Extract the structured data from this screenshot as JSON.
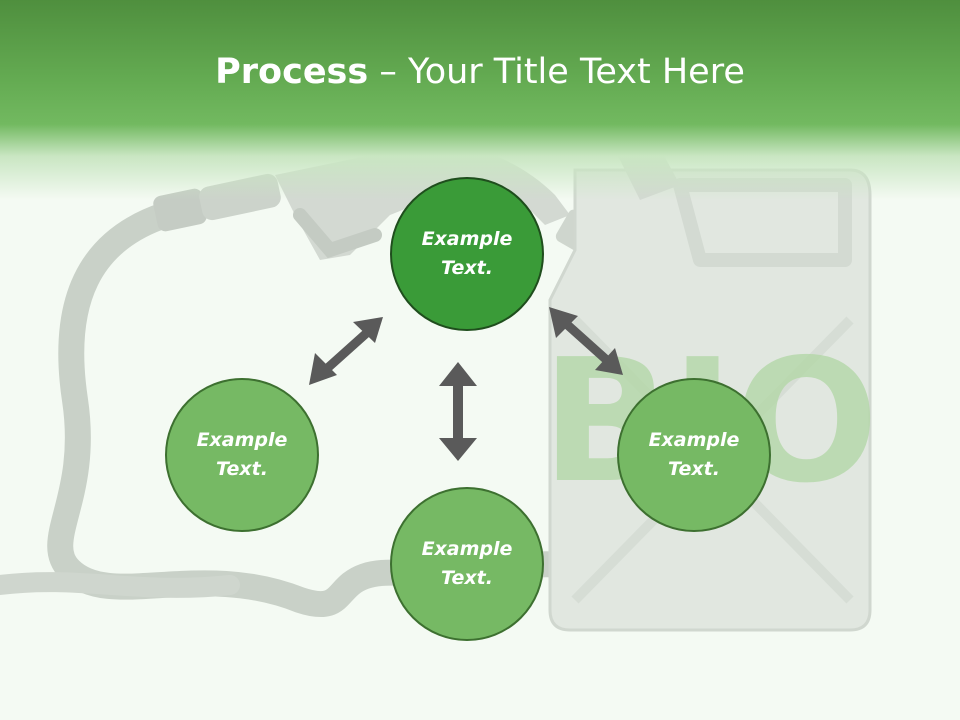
{
  "title": {
    "bold": "Process",
    "rest": " – Your Title Text Here"
  },
  "nodes": {
    "top": {
      "text": "Example\nText."
    },
    "left": {
      "text": "Example\nText."
    },
    "right": {
      "text": "Example\nText."
    },
    "bottom": {
      "text": "Example\nText."
    }
  },
  "colors": {
    "header_green": "#64ab52",
    "node_dark": "#3a9b38",
    "node_light": "#76b964",
    "arrow": "#5a5a5a"
  },
  "background": {
    "illustration": "fuel-nozzle-and-jerrycan",
    "can_label": "BIO"
  }
}
